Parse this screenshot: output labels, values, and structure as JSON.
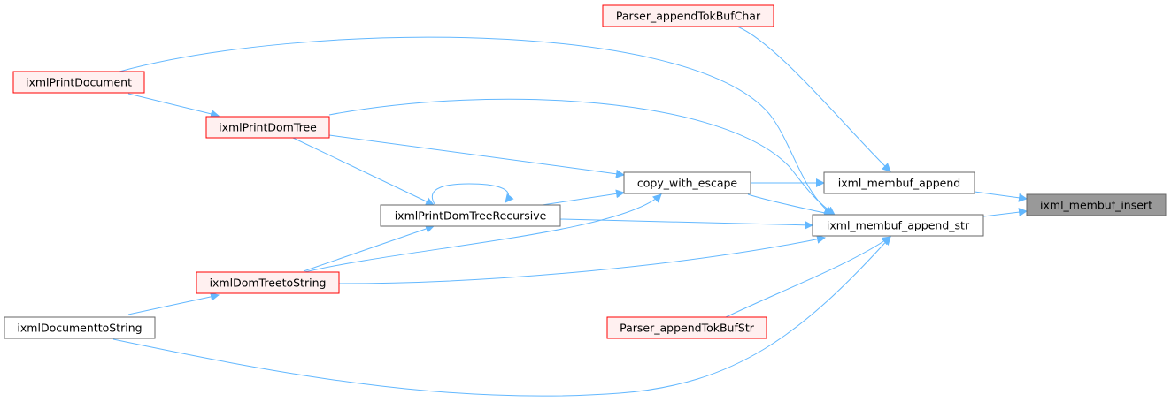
{
  "colors": {
    "edge": "#63b8ff",
    "node_fill": "#ffffff",
    "node_border": "#666666",
    "partial_fill": "#fff0f0",
    "partial_border": "#ff0000",
    "focus_fill": "#999999",
    "focus_border": "#666666"
  },
  "nodes": [
    {
      "id": "insert",
      "label": "ixml_membuf_insert",
      "style": "focus"
    },
    {
      "id": "append",
      "label": "ixml_membuf_append",
      "style": "normal"
    },
    {
      "id": "append_str",
      "label": "ixml_membuf_append_str",
      "style": "normal"
    },
    {
      "id": "tokchar",
      "label": "Parser_appendTokBufChar",
      "style": "partial"
    },
    {
      "id": "tokstr",
      "label": "Parser_appendTokBufStr",
      "style": "partial"
    },
    {
      "id": "copy",
      "label": "copy_with_escape",
      "style": "normal"
    },
    {
      "id": "recursive",
      "label": "ixmlPrintDomTreeRecursive",
      "style": "normal"
    },
    {
      "id": "domtree",
      "label": "ixmlPrintDomTree",
      "style": "partial"
    },
    {
      "id": "printdoc",
      "label": "ixmlPrintDocument",
      "style": "partial"
    },
    {
      "id": "treetostr",
      "label": "ixmlDomTreetoString",
      "style": "partial"
    },
    {
      "id": "doctostr",
      "label": "ixmlDocumenttoString",
      "style": "normal"
    }
  ],
  "edges": [
    {
      "from": "append",
      "to": "insert"
    },
    {
      "from": "append_str",
      "to": "insert"
    },
    {
      "from": "tokchar",
      "to": "append"
    },
    {
      "from": "copy",
      "to": "append"
    },
    {
      "from": "tokstr",
      "to": "append_str"
    },
    {
      "from": "copy",
      "to": "append_str"
    },
    {
      "from": "recursive",
      "to": "append_str"
    },
    {
      "from": "domtree",
      "to": "append_str"
    },
    {
      "from": "printdoc",
      "to": "append_str"
    },
    {
      "from": "treetostr",
      "to": "append_str"
    },
    {
      "from": "doctostr",
      "to": "append_str"
    },
    {
      "from": "domtree",
      "to": "copy"
    },
    {
      "from": "recursive",
      "to": "copy"
    },
    {
      "from": "treetostr",
      "to": "copy"
    },
    {
      "from": "recursive",
      "to": "recursive"
    },
    {
      "from": "domtree",
      "to": "recursive"
    },
    {
      "from": "treetostr",
      "to": "recursive"
    },
    {
      "from": "printdoc",
      "to": "domtree"
    },
    {
      "from": "doctostr",
      "to": "treetostr"
    }
  ]
}
